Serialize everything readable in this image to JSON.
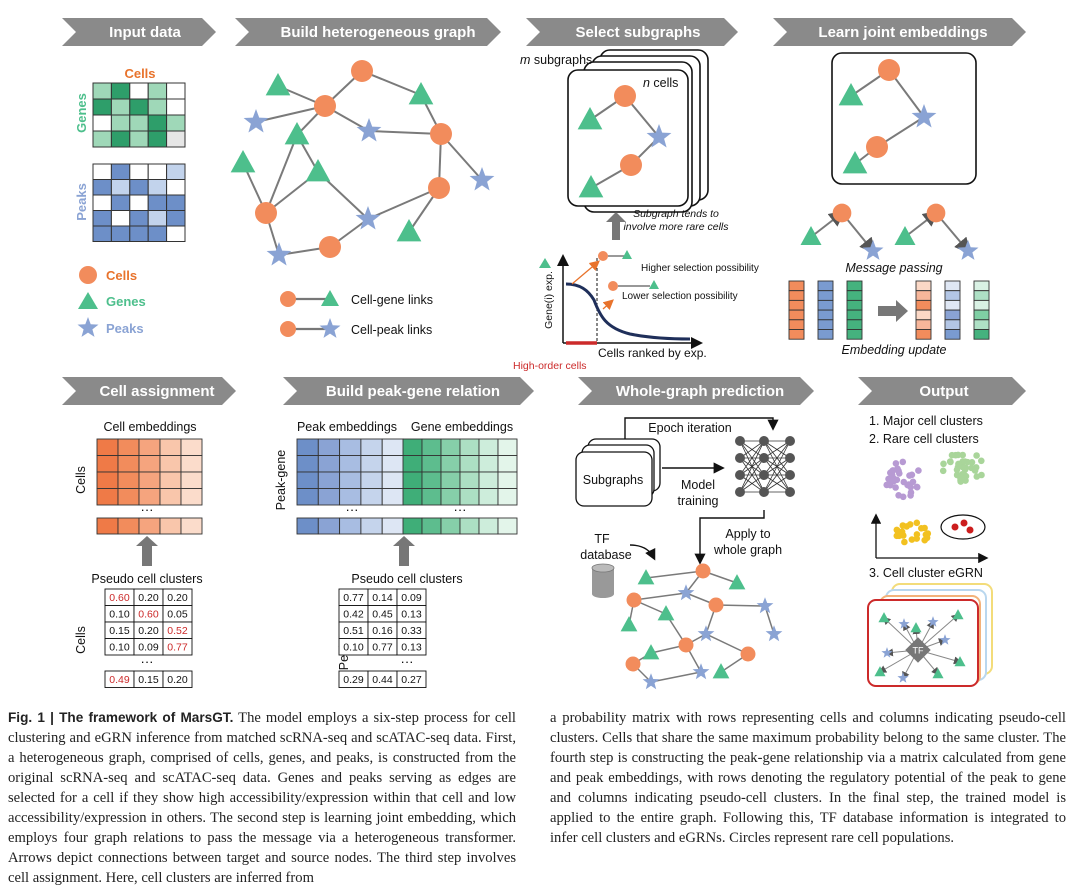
{
  "headers": {
    "input": "Input data",
    "graph": "Build heterogeneous graph",
    "subgraphs": "Select subgraphs",
    "embed": "Learn joint embeddings",
    "assign": "Cell assignment",
    "peakgene": "Build peak-gene relation",
    "whole": "Whole-graph prediction",
    "output": "Output"
  },
  "panel1": {
    "cells": "Cells",
    "genes": "Genes",
    "peaks": "Peaks",
    "legend": {
      "cells": "Cells",
      "genes": "Genes",
      "peaks": "Peaks"
    }
  },
  "panel2": {
    "link_gene": "Cell-gene links",
    "link_peak": "Cell-peak links"
  },
  "panel3": {
    "m_label": "m",
    "m_text": " subgraphs",
    "n_label": "n",
    "n_text": " cells",
    "note1": "Subgraph tends to",
    "note2": "involve more rare cells",
    "ylabel": "Gene(i) exp.",
    "xlabel": "Cells ranked by exp.",
    "high": "Higher selection possibility",
    "low": "Lower selection possibility",
    "highorder": "High-order cells"
  },
  "panel4": {
    "mp": "Message passing",
    "eu": "Embedding update"
  },
  "panel5": {
    "emb": "Cell embeddings",
    "ylab": "Cells",
    "dots": "···",
    "pc": "Pseudo cell clusters",
    "table": [
      [
        "0.60",
        "0.20",
        "0.20"
      ],
      [
        "0.10",
        "0.60",
        "0.05"
      ],
      [
        "0.15",
        "0.20",
        "0.52"
      ],
      [
        "0.10",
        "0.09",
        "0.77"
      ]
    ],
    "last": [
      "0.49",
      "0.15",
      "0.20"
    ]
  },
  "panel6": {
    "pe": "Peak embeddings",
    "ge": "Gene embeddings",
    "ylab": "Peak-gene",
    "dots": "···",
    "pc": "Pseudo cell clusters",
    "table": [
      [
        "0.77",
        "0.14",
        "0.09"
      ],
      [
        "0.42",
        "0.45",
        "0.13"
      ],
      [
        "0.51",
        "0.16",
        "0.33"
      ],
      [
        "0.10",
        "0.77",
        "0.13"
      ]
    ],
    "last": [
      "0.29",
      "0.44",
      "0.27"
    ]
  },
  "panel7": {
    "epoch": "Epoch iteration",
    "sub": "Subgraphs",
    "model1": "Model",
    "model2": "training",
    "apply1": "Apply to",
    "apply2": "whole graph",
    "tf1": "TF",
    "tf2": "database"
  },
  "panel8": {
    "o1": "1. Major cell clusters",
    "o2": "2. Rare cell clusters",
    "o3": "3. Cell cluster eGRN",
    "tf": "TF"
  },
  "caption": {
    "fig": "Fig. 1 | The framework of MarsGT.",
    "left": " The model employs a six-step process for cell clustering and eGRN inference from matched scRNA-seq and scATAC-seq data. First, a heterogeneous graph, comprised of cells, genes, and peaks, is constructed from the original scRNA-seq and scATAC-seq data. Genes and peaks serving as edges are selected for a cell if they show high accessibility/expression within that cell and low accessibility/expression in others. The second step is learning joint embedding, which employs four graph relations to pass the message via a heterogeneous transformer. Arrows depict connections between target and source nodes. The third step involves cell assignment. Here, cell clusters are inferred from",
    "right": "a probability matrix with rows representing cells and columns indicating pseudo-cell clusters. Cells that share the same maximum probability belong to the same cluster. The fourth step is constructing the peak-gene relationship via a matrix calculated from gene and peak embeddings, with rows denoting the regulatory potential of the peak to gene and columns indicating pseudo-cell clusters. In the final step, the trained model is applied to the entire graph. Following this, TF database information is integrated to infer cell clusters and eGRNs. Circles represent rare cell populations."
  },
  "colors": {
    "header": "#8a8a8a",
    "cell": "#f28c5c",
    "gene": "#4dbf8c",
    "peak": "#8aa3d4",
    "red": "#cc2a2a",
    "navy": "#1f2f5a"
  }
}
